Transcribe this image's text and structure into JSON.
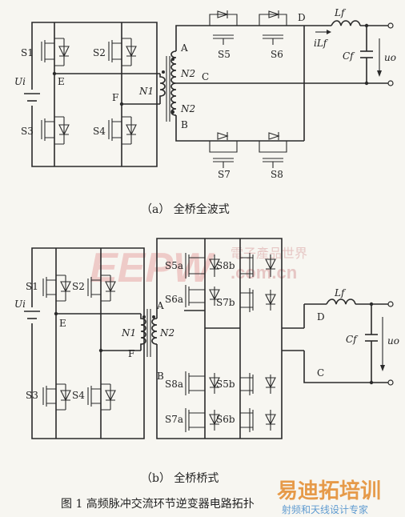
{
  "figure_caption": "图 1  高频脉冲交流环节逆变器电路拓扑",
  "watermark": {
    "logo_left": "EEPW",
    "logo_right_cn": "電子產品世界",
    "logo_url": ".com.cn",
    "bottom_brand": "易迪拓培训",
    "bottom_tagline": "射频和天线设计专家"
  },
  "panel_a": {
    "caption": "（a）  全桥全波式",
    "source": "Ui",
    "switches": [
      "S1",
      "S2",
      "S3",
      "S4",
      "S5",
      "S6",
      "S7",
      "S8"
    ],
    "nodes": [
      "A",
      "B",
      "C",
      "D",
      "E",
      "F"
    ],
    "windings": [
      "N1",
      "N2",
      "N2"
    ],
    "inductor": "Lf",
    "current": "iLf",
    "capacitor": "Cf",
    "output": "uo"
  },
  "panel_b": {
    "caption": "（b）  全桥桥式",
    "source": "Ui",
    "switches": [
      "S1",
      "S2",
      "S3",
      "S4",
      "S5a",
      "S5b",
      "S6a",
      "S6b",
      "S7a",
      "S7b",
      "S8a",
      "S8b"
    ],
    "nodes": [
      "A",
      "B",
      "C",
      "D",
      "E",
      "F"
    ],
    "windings": [
      "N1",
      "N2"
    ],
    "inductor": "Lf",
    "capacitor": "Cf",
    "output": "uo"
  }
}
